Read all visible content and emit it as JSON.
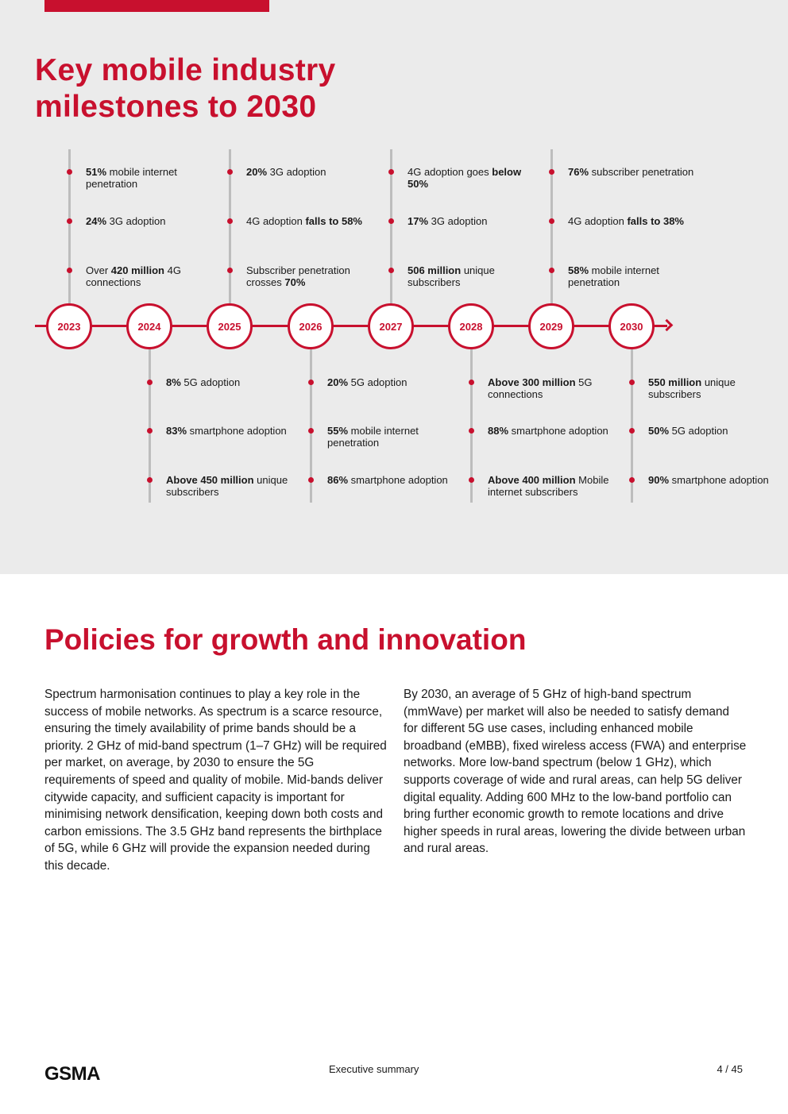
{
  "timeline": {
    "title_lines": [
      "Key mobile industry",
      "milestones to 2030"
    ],
    "years": [
      "2023",
      "2024",
      "2025",
      "2026",
      "2027",
      "2028",
      "2029",
      "2030"
    ],
    "columns": [
      {
        "year": "2023",
        "items": [
          {
            "bold": "51%",
            "text": " mobile internet penetration"
          },
          {
            "bold": "24%",
            "text": " 3G adoption"
          },
          {
            "pre": "Over ",
            "bold": "420 million",
            "text": " 4G connections"
          }
        ]
      },
      {
        "year": "2024",
        "items": [
          {
            "bold": "8%",
            "text": " 5G adoption"
          },
          {
            "bold": "83%",
            "text": " smartphone adoption"
          },
          {
            "bold": "Above 450 million",
            "text": " unique subscribers"
          }
        ]
      },
      {
        "year": "2025",
        "items": [
          {
            "bold": "20%",
            "text": " 3G adoption"
          },
          {
            "pre": "4G adoption ",
            "bold": "falls to 58%",
            "text": ""
          },
          {
            "pre": "Subscriber penetration crosses ",
            "bold": "70%",
            "text": ""
          }
        ]
      },
      {
        "year": "2026",
        "items": [
          {
            "bold": "20%",
            "text": " 5G adoption"
          },
          {
            "bold": "55%",
            "text": " mobile internet penetration"
          },
          {
            "bold": "86%",
            "text": " smartphone adoption"
          }
        ]
      },
      {
        "year": "2027",
        "items": [
          {
            "pre": "4G adoption goes ",
            "bold": "below 50%",
            "text": ""
          },
          {
            "bold": "17%",
            "text": " 3G adoption"
          },
          {
            "bold": "506 million",
            "text": " unique subscribers"
          }
        ]
      },
      {
        "year": "2028",
        "items": [
          {
            "bold": "Above 300 million",
            "text": " 5G connections"
          },
          {
            "bold": "88%",
            "text": " smartphone adoption"
          },
          {
            "bold": "Above 400 million",
            "text": " Mobile internet subscribers"
          }
        ]
      },
      {
        "year": "2029",
        "items": [
          {
            "bold": "76%",
            "text": " subscriber penetration"
          },
          {
            "pre": "4G adoption ",
            "bold": "falls to 38%",
            "text": ""
          },
          {
            "bold": "58%",
            "text": " mobile internet penetration"
          }
        ]
      },
      {
        "year": "2030",
        "items": [
          {
            "bold": "550 million",
            "text": " unique subscribers"
          },
          {
            "bold": "50%",
            "text": " 5G adoption"
          },
          {
            "bold": "90%",
            "text": " smartphone adoption"
          }
        ]
      }
    ]
  },
  "policies": {
    "heading": "Policies for growth and innovation",
    "paragraph_left": "Spectrum harmonisation continues to play a key role in the success of mobile networks. As spectrum is a scarce resource, ensuring the timely availability of prime bands should be a priority. 2 GHz of mid-band spectrum (1–7 GHz) will be required per market, on average, by 2030 to ensure the 5G requirements of speed and quality of mobile. Mid-bands deliver citywide capacity, and sufficient capacity is important for minimising network densification, keeping down both costs and carbon emissions. The 3.5 GHz band represents the birthplace of 5G, while 6 GHz will provide the expansion needed during this decade.",
    "paragraph_right": "By 2030, an average of 5 GHz of high-band spectrum (mmWave) per market will also be needed to satisfy demand for different 5G use cases, including enhanced mobile broadband (eMBB), fixed wireless access (FWA) and enterprise networks. More low-band spectrum (below 1 GHz), which supports coverage of wide and rural areas, can help 5G deliver digital equality. Adding 600 MHz to the low-band portfolio can bring further economic growth to remote locations and drive higher speeds in rural areas, lowering the divide between urban and rural areas."
  },
  "footer": {
    "logo": "GSMA",
    "section": "Executive summary",
    "page": "4 / 45"
  },
  "colors": {
    "accent": "#c8102e",
    "panel": "#ebebeb"
  }
}
